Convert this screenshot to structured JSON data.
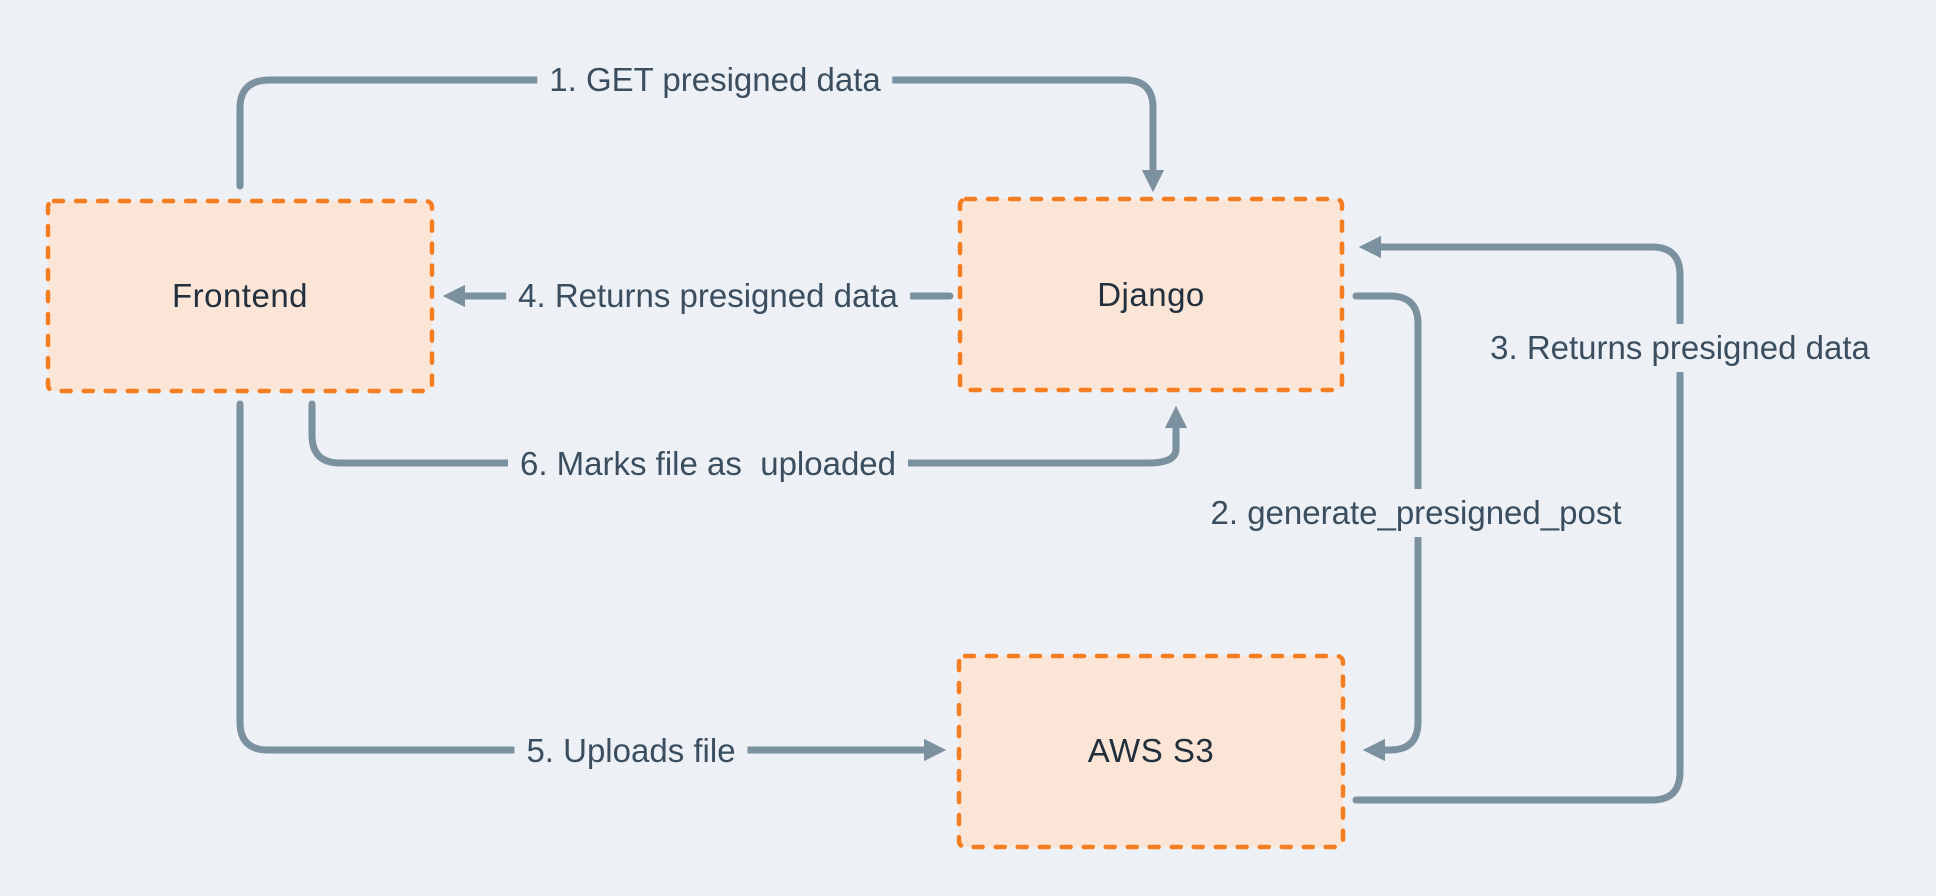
{
  "diagram": {
    "description": "File upload flow between Frontend, Django and AWS S3 using presigned POST data"
  },
  "colors": {
    "background": "#edf1f5",
    "connector": "#7b91a0",
    "node_fill": "#fbe5d6",
    "node_border": "#f47d20",
    "node_text": "#22303d",
    "label_text": "#3a4e60"
  },
  "nodes": [
    {
      "id": "frontend",
      "label": "Frontend"
    },
    {
      "id": "django",
      "label": "Django"
    },
    {
      "id": "aws-s3",
      "label": "AWS S3"
    }
  ],
  "edges": [
    {
      "id": "1",
      "from": "frontend",
      "to": "django",
      "label": "1. GET presigned data"
    },
    {
      "id": "2",
      "from": "django",
      "to": "aws-s3",
      "label": "2. generate_presigned_post"
    },
    {
      "id": "3",
      "from": "aws-s3",
      "to": "django",
      "label": "3. Returns presigned data"
    },
    {
      "id": "4",
      "from": "django",
      "to": "frontend",
      "label": "4. Returns presigned data"
    },
    {
      "id": "5",
      "from": "frontend",
      "to": "aws-s3",
      "label": "5. Uploads file"
    },
    {
      "id": "6",
      "from": "frontend",
      "to": "django",
      "label": "6. Marks file as  uploaded"
    }
  ]
}
